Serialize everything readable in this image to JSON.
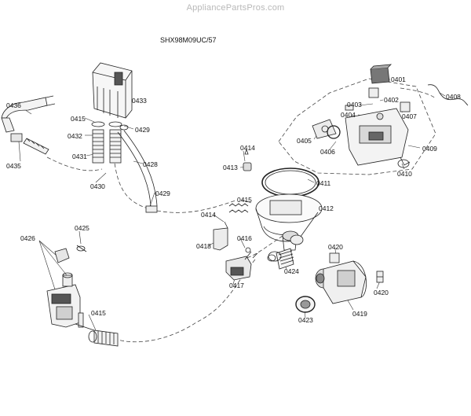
{
  "watermark": "AppliancePartsPros.com",
  "model": "SHX98M09UC/57",
  "parts": {
    "p0401": "0401",
    "p0402": "0402",
    "p0403": "0403",
    "p0404": "0404",
    "p0405": "0405",
    "p0406": "0406",
    "p0407": "0407",
    "p0408": "0408",
    "p0409": "0409",
    "p0410": "0410",
    "p0411": "0411",
    "p0412": "0412",
    "p0413": "0413",
    "p0414a": "0414",
    "p0414b": "0414",
    "p0415a": "0415",
    "p0415b": "0415",
    "p0415c": "0415",
    "p0416": "0416",
    "p0417": "0417",
    "p0418": "0418",
    "p0419": "0419",
    "p0420a": "0420",
    "p0420b": "0420",
    "p0423": "0423",
    "p0424": "0424",
    "p0425": "0425",
    "p0426": "0426",
    "p0428": "0428",
    "p0429a": "0429",
    "p0429b": "0429",
    "p0430": "0430",
    "p0431": "0431",
    "p0432": "0432",
    "p0433": "0433",
    "p0435": "0435",
    "p0436": "0436"
  }
}
